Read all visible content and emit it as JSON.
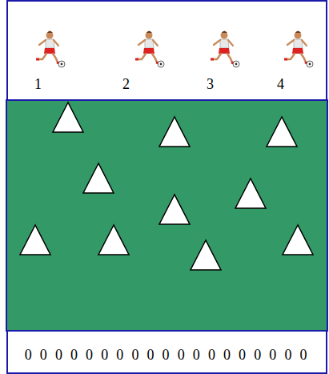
{
  "diagram": {
    "nodes": [
      {
        "text": [
          "1",
          "2",
          "3",
          "4"
        ]
      },
      {
        "text": [
          "0 0 0 0 0 0 0 0 0 0 0 0 0 0 0 0 0 0 0"
        ]
      }
    ]
  }
}
